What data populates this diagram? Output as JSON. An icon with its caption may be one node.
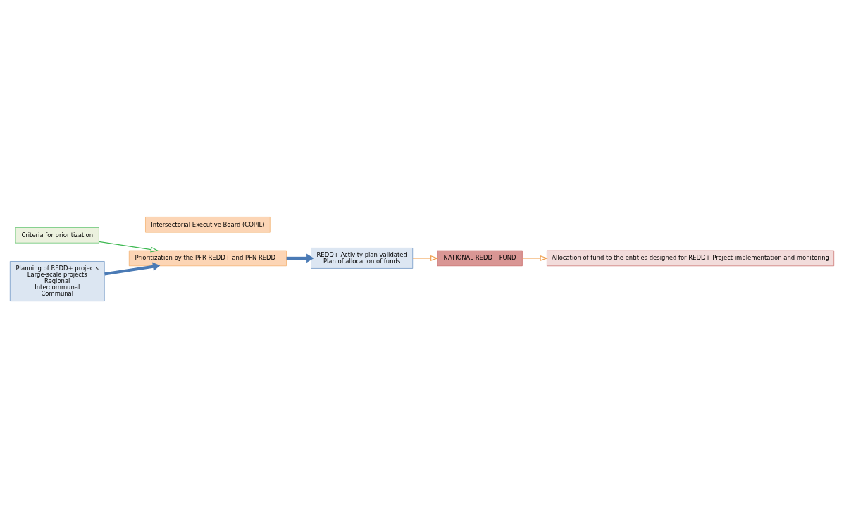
{
  "diagram": {
    "nodes": [
      {
        "text": [
          "Intersectorial Executive Board (COPIL)"
        ]
      },
      {
        "text": [
          "REDD+ Activity plan validated",
          "Plan of allocation of funds"
        ]
      },
      {
        "text": [
          "NATIONAL REDD+ FUND"
        ]
      },
      {
        "text": [
          "Criteria for prioritization"
        ]
      },
      {
        "text": [
          "Prioritization by the PFR REDD+ and PFN REDD+"
        ]
      },
      {
        "text": [
          "Allocation of fund to the entities designed for REDD+ Project implementation and monitoring"
        ]
      },
      {
        "text": [
          "Planning of REDD+ projects",
          "Large-scale projects",
          "Regional",
          "Intercommunal",
          "Communal"
        ]
      }
    ],
    "edges": [
      {
        "from": 6,
        "to": 4,
        "arrow": "to",
        "style": "thick",
        "color": "#4a7ab5"
      },
      {
        "from": 4,
        "to": 1,
        "arrow": "to",
        "style": "thick",
        "color": "#4a7ab5"
      },
      {
        "from": 1,
        "to": 2,
        "arrow": "to",
        "color": "#f0a050"
      },
      {
        "from": 3,
        "to": 4,
        "arrow": "to",
        "color": "#3cb850"
      },
      {
        "from": 2,
        "to": 5,
        "arrow": "to",
        "color": "#f0a050"
      }
    ]
  }
}
